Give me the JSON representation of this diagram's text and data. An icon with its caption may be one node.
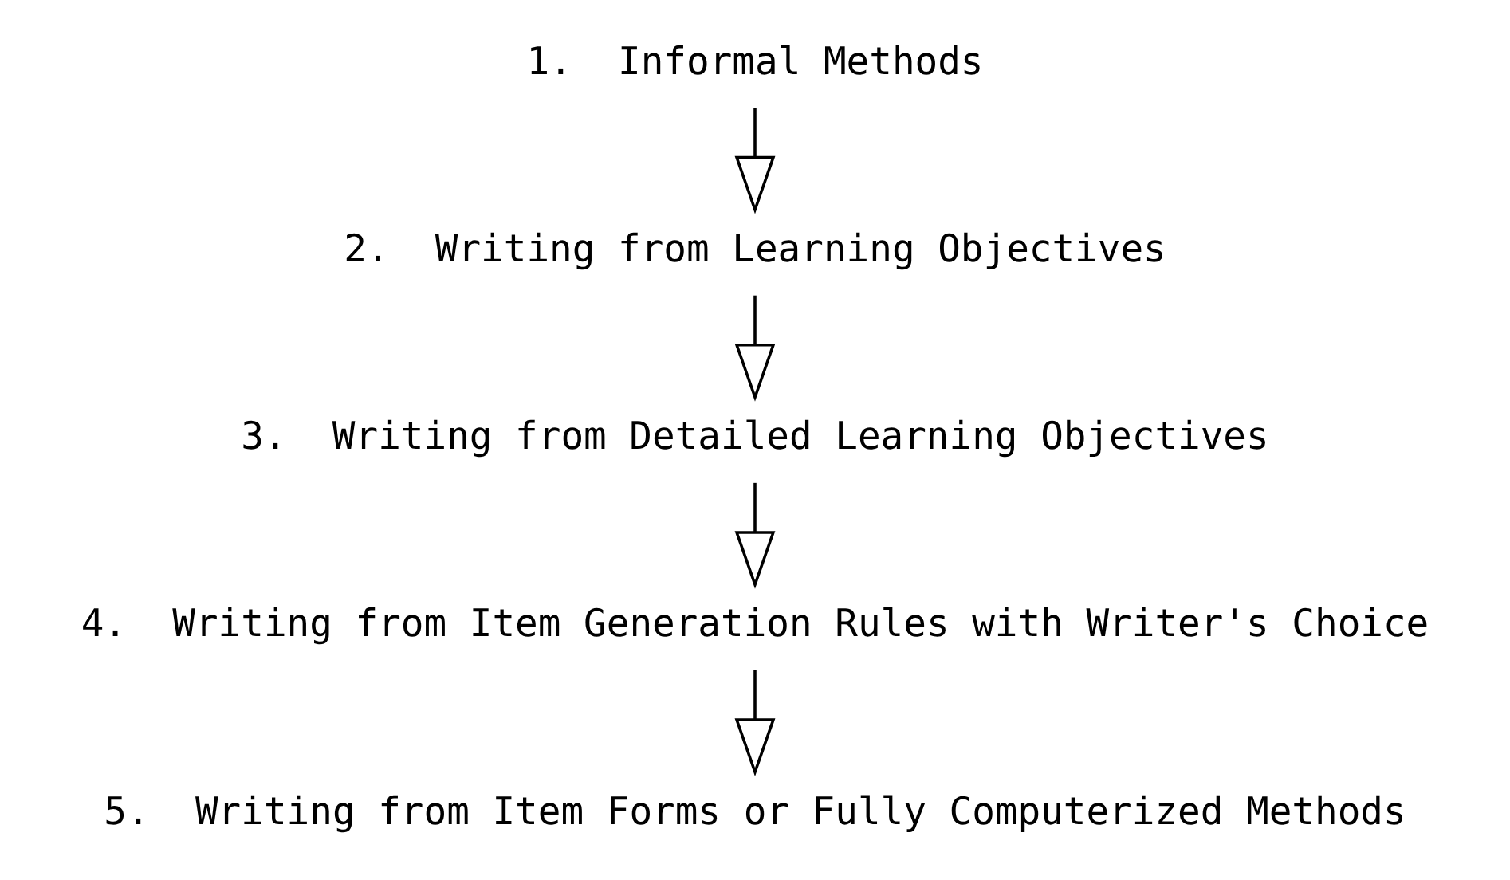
{
  "diagram": {
    "nodes": [
      {
        "text": [
          "1.  Informal Methods"
        ]
      },
      {
        "text": [
          "2.  Writing from Learning Objectives"
        ]
      },
      {
        "text": [
          "3.  Writing from Detailed Learning Objectives"
        ]
      },
      {
        "text": [
          "4.  Writing from Item Generation Rules with Writer's Choice"
        ]
      },
      {
        "text": [
          "5.  Writing from Item Forms or Fully Computerized Methods"
        ]
      }
    ],
    "edges": [
      {
        "from": 0,
        "to": 1,
        "arrow": "to"
      },
      {
        "from": 1,
        "to": 2,
        "arrow": "to"
      },
      {
        "from": 2,
        "to": 3,
        "arrow": "to"
      },
      {
        "from": 3,
        "to": 4,
        "arrow": "to"
      }
    ]
  }
}
